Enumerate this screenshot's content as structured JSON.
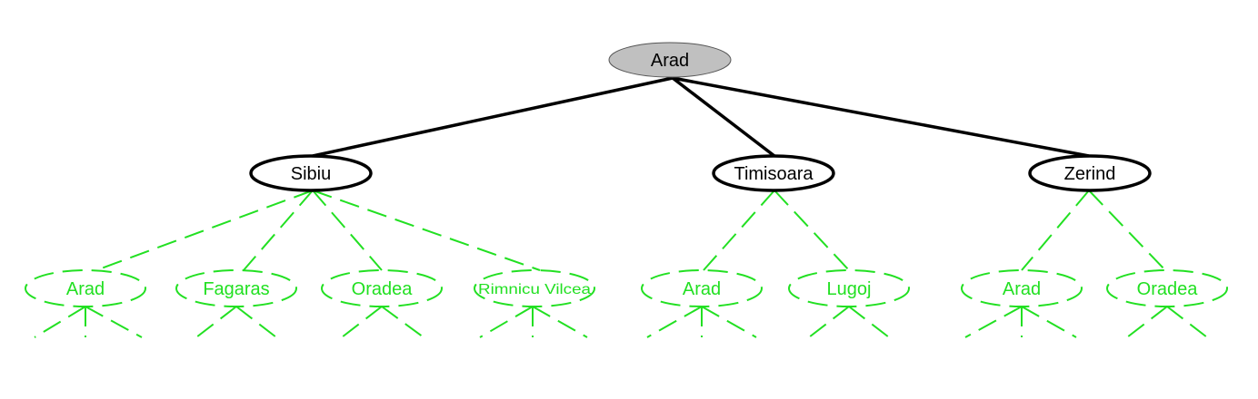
{
  "tree": {
    "root": {
      "label": "Arad",
      "state": "expanded-root",
      "fill": "#c0c0c0"
    },
    "generated": [
      {
        "label": "Sibiu",
        "state": "generated"
      },
      {
        "label": "Timisoara",
        "state": "generated"
      },
      {
        "label": "Zerind",
        "state": "generated"
      }
    ],
    "frontier_children": {
      "sibiu": [
        "Arad",
        "Fagaras",
        "Oradea",
        "Rimnicu Vilcea"
      ],
      "timisoara": [
        "Arad",
        "Lugoj"
      ],
      "zerind": [
        "Arad",
        "Oradea"
      ]
    }
  },
  "colors": {
    "expanded_edge": "#000000",
    "frontier": "#22e022",
    "root_fill": "#c0c0c0"
  }
}
